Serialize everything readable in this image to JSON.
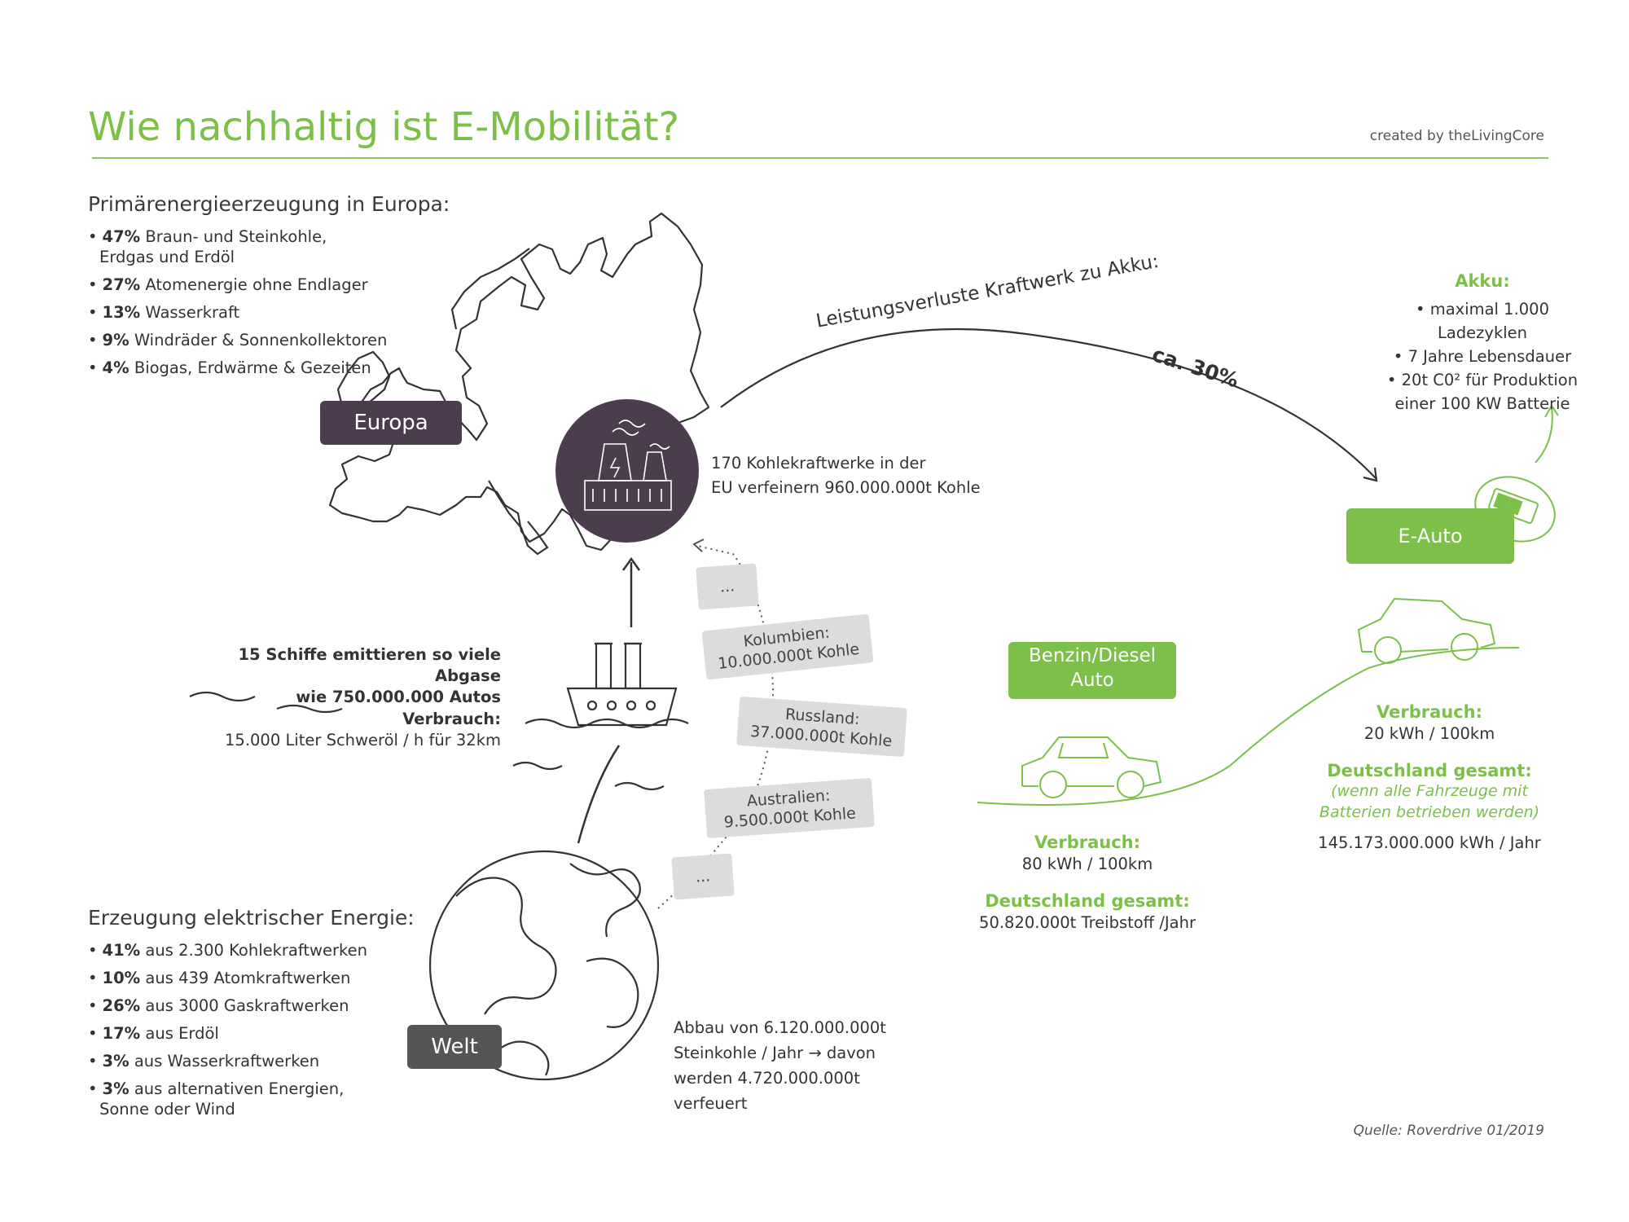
{
  "header": {
    "title": "Wie nachhaltig ist E-Mobilität?",
    "credit": "created by theLivingCore"
  },
  "europe": {
    "heading": "Primärenergieerzeugung in Europa:",
    "items": [
      {
        "pct": "47%",
        "text": "Braun- und Steinkohle,",
        "text2": "Erdgas und Erdöl"
      },
      {
        "pct": "27%",
        "text": "Atomenergie ohne Endlager"
      },
      {
        "pct": "13%",
        "text": "Wasserkraft"
      },
      {
        "pct": "9%",
        "text": "Windräder & Sonnenkollektoren"
      },
      {
        "pct": "4%",
        "text": "Biogas, Erdwärme & Gezeiten"
      }
    ],
    "label": "Europa",
    "plants_text": "170 Kohlekraftwerke in der",
    "plants_text2": "EU verfeinern 960.000.000t Kohle"
  },
  "loss": {
    "text": "Leistungsverluste Kraftwerk zu Akku:",
    "value": "ca. 30%"
  },
  "akku": {
    "heading": "Akku:",
    "items": [
      "maximal 1.000 Ladezyklen",
      "7 Jahre Lebensdauer",
      "20t C0² für Produktion",
      "einer 100 KW Batterie"
    ]
  },
  "eauto": {
    "label": "E-Auto",
    "verbrauch_label": "Verbrauch:",
    "verbrauch_value": "20 kWh / 100km",
    "gesamt_label": "Deutschland gesamt:",
    "gesamt_note1": "(wenn alle Fahrzeuge mit",
    "gesamt_note2": "Batterien betrieben werden)",
    "gesamt_value": "145.173.000.000 kWh / Jahr"
  },
  "benzin": {
    "label1": "Benzin/Diesel",
    "label2": "Auto",
    "verbrauch_label": "Verbrauch:",
    "verbrauch_value": "80 kWh / 100km",
    "gesamt_label": "Deutschland gesamt:",
    "gesamt_value": "50.820.000t Treibstoff /Jahr"
  },
  "ships": {
    "line1": "15 Schiffe emittieren so viele Abgase",
    "line2": "wie 750.000.000 Autos",
    "verbrauch_label": "Verbrauch:",
    "verbrauch_value": "15.000 Liter Schweröl / h für 32km"
  },
  "coal_sources": [
    {
      "name": "...",
      "value": ""
    },
    {
      "name": "Kolumbien:",
      "value": "10.000.000t Kohle"
    },
    {
      "name": "Russland:",
      "value": "37.000.000t Kohle"
    },
    {
      "name": "Australien:",
      "value": "9.500.000t Kohle"
    },
    {
      "name": "...",
      "value": ""
    }
  ],
  "world": {
    "heading": "Erzeugung elektrischer Energie:",
    "items": [
      {
        "pct": "41%",
        "text": "aus 2.300 Kohlekraftwerken"
      },
      {
        "pct": "10%",
        "text": "aus 439 Atomkraftwerken"
      },
      {
        "pct": "26%",
        "text": "aus 3000 Gaskraftwerken"
      },
      {
        "pct": "17%",
        "text": "aus Erdöl"
      },
      {
        "pct": "3%",
        "text": "aus Wasserkraftwerken"
      },
      {
        "pct": "3%",
        "text": "aus alternativen Energien,",
        "text2": "Sonne oder Wind"
      }
    ],
    "label": "Welt",
    "mining1": "Abbau von 6.120.000.000t",
    "mining2": "Steinkohle / Jahr → davon",
    "mining3": "werden 4.720.000.000t",
    "mining4": "verfeuert"
  },
  "footer": {
    "source": "Quelle: Roverdrive 01/2019"
  },
  "colors": {
    "accent": "#7cbf49",
    "dark": "#4b3d4d",
    "grey": "#555555"
  }
}
